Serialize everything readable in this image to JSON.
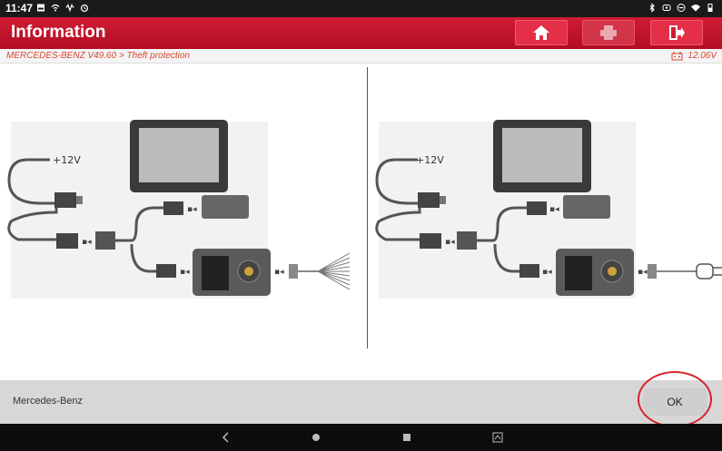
{
  "status_bar": {
    "time": "11:47",
    "left_icons": [
      "gallery-icon",
      "wifi-off-icon",
      "vibrate-icon",
      "alarm-icon"
    ],
    "right_icons": [
      "bluetooth-icon",
      "nfc-icon",
      "dnd-icon",
      "wifi-icon",
      "battery-icon"
    ]
  },
  "header": {
    "title": "Information",
    "buttons": [
      "home-icon",
      "print-icon",
      "exit-icon"
    ],
    "accent_color": "#c8102e"
  },
  "breadcrumb": {
    "path": "MERCEDES-BENZ V49.60 > Theft protection",
    "voltage": "12.06V"
  },
  "diagrams": {
    "left": {
      "power_label": "+12V",
      "connector": "multi-pin-cable"
    },
    "right": {
      "power_label": "+12V",
      "connector": "key-clip"
    }
  },
  "footer": {
    "brand": "Mercedes-Benz",
    "ok_label": "OK",
    "highlight_color": "#d8232a"
  },
  "nav_bar": {
    "buttons": [
      "back-icon",
      "home-circle-icon",
      "recent-apps-icon",
      "screenshot-icon"
    ]
  }
}
